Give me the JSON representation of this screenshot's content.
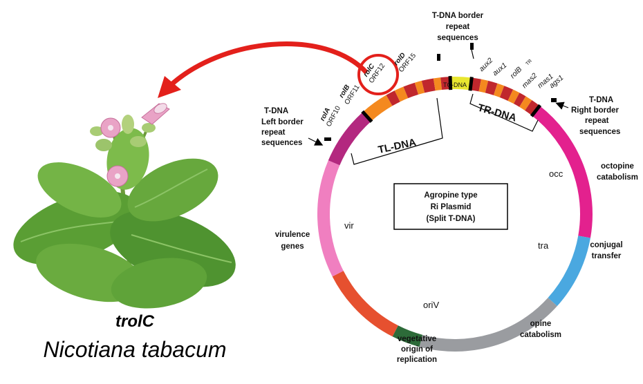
{
  "plant": {
    "title_gene": "trolC",
    "title_species": "Nicotiana tabacum"
  },
  "plasmid": {
    "box": [
      "Agropine type",
      "Ri Plasmid",
      "(Split T-DNA)"
    ],
    "tl_dna": "TL-DNA",
    "tr_dna": "TR-DNA",
    "tc_dna": "TC-DNA",
    "top_border": [
      "T-DNA border",
      "repeat",
      "sequences"
    ],
    "left_border": [
      "T-DNA",
      "Left border",
      "repeat",
      "sequences"
    ],
    "right_border": [
      "T-DNA",
      "Right border",
      "repeat",
      "sequences"
    ],
    "genes": {
      "rolA": [
        "rolA",
        "ORF10"
      ],
      "rolB": [
        "rolB",
        "ORF11"
      ],
      "rolC": [
        "rolC",
        "ORF12"
      ],
      "rolD": [
        "rolD",
        "ORF15"
      ],
      "aux2": "aux2",
      "aux1": "aux1",
      "rolBTR": "rolB",
      "rolBTR_sup": "TR",
      "mas2": "mas2",
      "mas1": "mas1",
      "ags1": "ags1"
    },
    "inner": {
      "occ": "occ",
      "tra": "tra",
      "orIV": "oriV",
      "vir": "vir"
    },
    "outer": {
      "octopine": [
        "octopine",
        "catabolism"
      ],
      "conjugal": [
        "conjugal",
        "transfer"
      ],
      "opine": [
        "opine",
        "catabolism"
      ],
      "veg": [
        "vegetative",
        "origin of",
        "replication"
      ],
      "virulence": [
        "virulence",
        "genes"
      ]
    }
  },
  "colors": {
    "tl_region": "#f4891f",
    "tl_red": "#c0272d",
    "tc": "#e8e630",
    "tr_red": "#c0272d",
    "occ": "#e3218e",
    "tra": "#4aa8e0",
    "opine": "#9a9ca0",
    "ori": "#2d6b39",
    "veg": "#e6502f",
    "vir": "#f07fc0",
    "vir_dark": "#b3287f",
    "arrow": "#e3201b",
    "highlight": "#e3201b"
  }
}
